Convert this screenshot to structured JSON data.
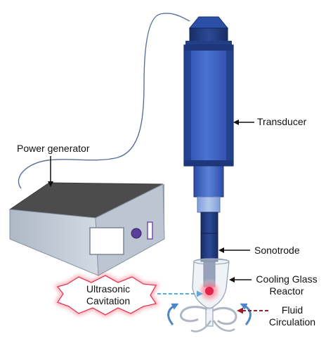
{
  "labels": {
    "transducer": "Transducer",
    "power_generator": "Power generator",
    "sonotrode": "Sonotrode",
    "reactor_line1": "Cooling Glass",
    "reactor_line2": "Reactor",
    "fluid_line1": "Fluid",
    "fluid_line2": "Circulation",
    "cavitation_line1": "Ultrasonic",
    "cavitation_line2": "Cavitation"
  },
  "colors": {
    "transducer_blue": "#3f63c4",
    "transducer_dark": "#1d3370",
    "generator_top": "#4d4d4d",
    "generator_side": "#c5cdd8",
    "cavitation_glow": "#e8707a",
    "cooling_arrow": "#4d86c6",
    "dashed_blue": "#5fa8d8",
    "dashed_red": "#9a1f2a"
  },
  "icons": {
    "generator_button": "purple-round-button",
    "generator_switch": "purple-slot-switch"
  }
}
